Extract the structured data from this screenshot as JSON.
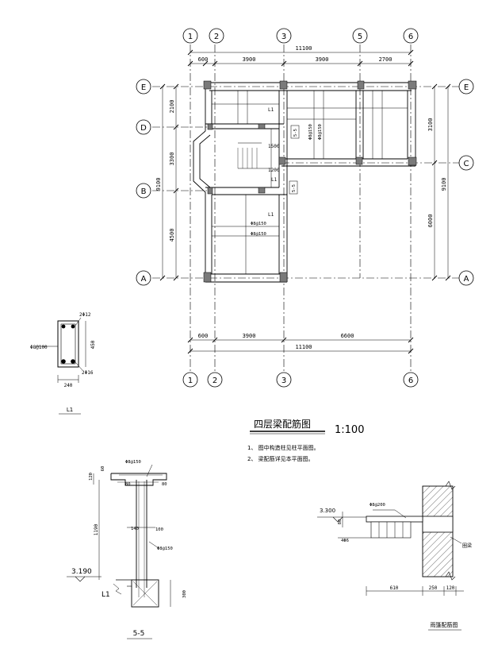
{
  "grid_axes": {
    "top": [
      "1",
      "2",
      "3",
      "5",
      "6"
    ],
    "bottom": [
      "1",
      "2",
      "3",
      "6"
    ],
    "left": [
      "E",
      "D",
      "B",
      "A"
    ],
    "right": [
      "E",
      "C",
      "A"
    ]
  },
  "dimensions": {
    "top_overall": "11100",
    "top_segments": [
      "600",
      "3900",
      "3900",
      "2700"
    ],
    "bottom_overall": "11100",
    "bottom_segments": [
      "600",
      "3900",
      "6600"
    ],
    "left_overall": "9100",
    "left_segments": [
      "2100",
      "3300",
      "4500"
    ],
    "right_overall": "9100",
    "right_segments": [
      "3100",
      "6000"
    ]
  },
  "plan_labels": {
    "l1_a": "L1",
    "l1_b": "L1",
    "l1_c": "L1",
    "rebar_a": "Φ8@150",
    "rebar_b": "Φ8@150",
    "rebar_c": "Φ8@150",
    "rebar_d": "Φ8@150",
    "span_a": "1500",
    "span_b": "1200",
    "section_tag_a": "5-5",
    "section_tag_b": "5-5"
  },
  "beam_section": {
    "top_bars": "2Φ12",
    "bottom_bars": "2Φ16",
    "stirrup": "Φ8@100",
    "height": "450",
    "width": "240",
    "name": "L1"
  },
  "title_block": {
    "title": "四层梁配筋图",
    "scale": "1:100",
    "notes": [
      "1、 图中构造柱见柱平面图。",
      "2、 梁配筋详见本平面图。"
    ]
  },
  "section_55": {
    "label": "5-5",
    "elevation": "3.190",
    "beam": "L1",
    "rebar_top": "Φ8@150",
    "rebar_mid": "Φ8@150",
    "dim_height": "1190",
    "dim_120": "120",
    "dim_60": "60",
    "dim_80a": "80",
    "dim_80b": "80",
    "dim_100": "100",
    "dim_300": "300",
    "dim_140": "140"
  },
  "canopy_detail": {
    "caption": "雨篷配筋图",
    "elevation": "3.300",
    "rebar": "Φ8@200",
    "bottom_bars": "4Φ6",
    "dim_80": "80",
    "dims": [
      "610",
      "250",
      "120"
    ],
    "wall_note": "圈梁"
  }
}
